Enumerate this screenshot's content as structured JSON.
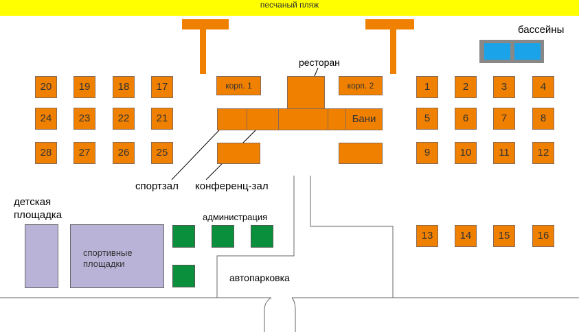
{
  "beach_label": "песчаный пляж",
  "pools_label": "бассейны",
  "restaurant_label": "ресторан",
  "gym_label": "спортзал",
  "conference_label": "конференц-зал",
  "admin_label": "администрация",
  "parking_label": "автопарковка",
  "playground_label": "детская площадка",
  "sports_grounds_label": "спортивные площадки",
  "building1_label": "корп. 1",
  "building2_label": "корп. 2",
  "baths_label": "Бани",
  "cottages_left": [
    "20",
    "19",
    "18",
    "17",
    "24",
    "23",
    "22",
    "21",
    "28",
    "27",
    "26",
    "25"
  ],
  "cottages_right": [
    "1",
    "2",
    "3",
    "4",
    "5",
    "6",
    "7",
    "8",
    "9",
    "10",
    "11",
    "12"
  ],
  "cottages_bottom": [
    "13",
    "14",
    "15",
    "16"
  ],
  "colors": {
    "beach": "#ffff00",
    "building": "#f08000",
    "pool": "#1aa3e8",
    "admin": "#0a8f3c",
    "sports": "#b9b3d8"
  }
}
